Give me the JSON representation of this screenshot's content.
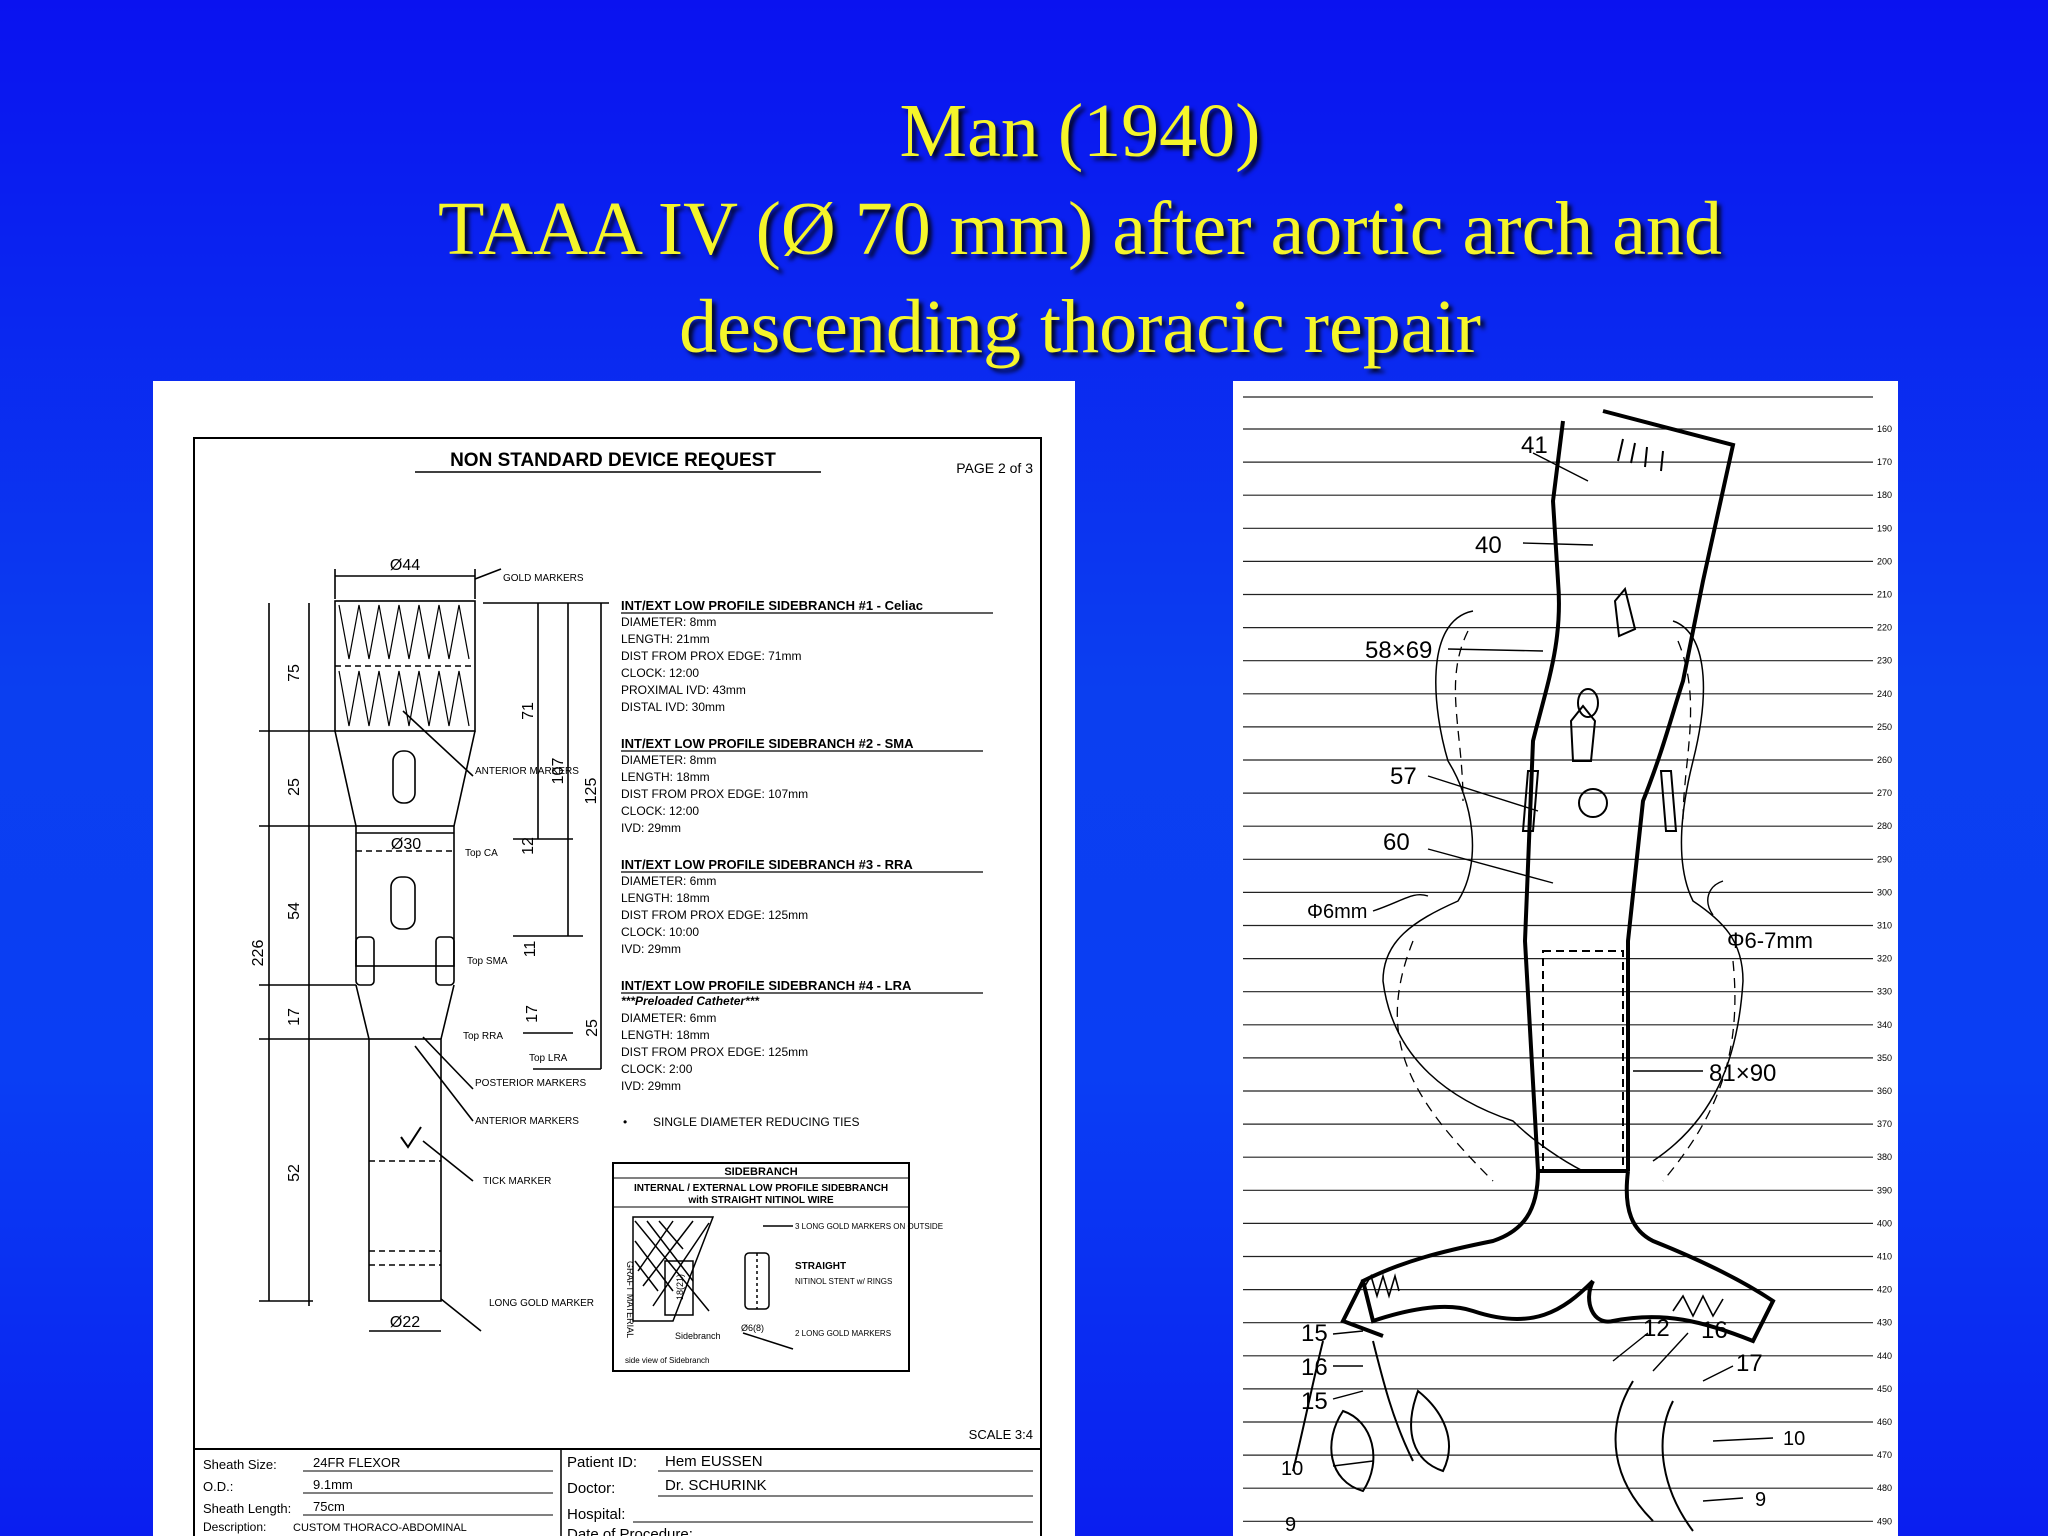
{
  "slide": {
    "title_line1": "Man (1940)",
    "title_line2": "TAAA IV  (Ø 70 mm) after aortic arch and",
    "title_line3": "descending thoracic repair"
  },
  "form": {
    "heading": "NON STANDARD DEVICE REQUEST",
    "page": "PAGE 2 of 3",
    "scale": "SCALE 3:4",
    "dims": {
      "top_diameter": "Ø44",
      "mid_diameter": "Ø30",
      "bottom_diameter": "Ø22",
      "d75": "75",
      "d25": "25",
      "d54": "54",
      "d226": "226",
      "d17a": "17",
      "d52": "52",
      "d71": "71",
      "d107": "107",
      "d125": "125",
      "d12": "12",
      "d11": "11",
      "d17b": "17",
      "d25b": "25"
    },
    "left_labels": {
      "gold_markers": "GOLD MARKERS",
      "anterior_markers": "ANTERIOR MARKERS",
      "top_ca": "Top CA",
      "top_sma": "Top SMA",
      "top_rra": "Top RRA",
      "top_lra": "Top LRA",
      "posterior_markers": "POSTERIOR MARKERS",
      "anterior_markers2": "ANTERIOR MARKERS",
      "tick_marker": "TICK MARKER",
      "long_gold_marker": "LONG GOLD MARKER"
    },
    "branches": [
      {
        "title": "INT/EXT LOW PROFILE SIDEBRANCH #1 - Celiac",
        "lines": [
          "DIAMETER: 8mm",
          "LENGTH: 21mm",
          "DIST FROM PROX EDGE: 71mm",
          "CLOCK: 12:00",
          "PROXIMAL IVD: 43mm",
          "DISTAL IVD: 30mm"
        ]
      },
      {
        "title": "INT/EXT LOW PROFILE SIDEBRANCH #2 - SMA",
        "lines": [
          "DIAMETER: 8mm",
          "LENGTH: 18mm",
          "DIST FROM PROX EDGE: 107mm",
          "CLOCK: 12:00",
          "IVD: 29mm"
        ]
      },
      {
        "title": "INT/EXT LOW PROFILE SIDEBRANCH #3 - RRA",
        "lines": [
          "DIAMETER: 6mm",
          "LENGTH: 18mm",
          "DIST FROM PROX EDGE: 125mm",
          "CLOCK: 10:00",
          "IVD: 29mm"
        ]
      },
      {
        "title": "INT/EXT LOW PROFILE SIDEBRANCH #4 - LRA",
        "lines": [
          "***Preloaded Catheter***",
          "DIAMETER: 6mm",
          "LENGTH: 18mm",
          "DIST FROM PROX EDGE: 125mm",
          "CLOCK: 2:00",
          "IVD: 29mm"
        ]
      }
    ],
    "bullet": "SINGLE DIAMETER REDUCING TIES",
    "sidebranch_box": {
      "title": "SIDEBRANCH",
      "subtitle1": "INTERNAL / EXTERNAL LOW PROFILE SIDEBRANCH",
      "subtitle2": "with STRAIGHT NITINOL WIRE",
      "graft_material": "GRAFT MATERIAL",
      "sidebranch": "Sidebranch",
      "len_label": "18(21)",
      "dia_label": "Ø6(8)",
      "gold_markers": "3 LONG GOLD MARKERS ON OUTSIDE",
      "straight": "STRAIGHT",
      "nitinol": "NITINOL STENT w/ RINGS",
      "long_gold": "2 LONG GOLD MARKERS",
      "caption": "side view of Sidebranch"
    },
    "footer": {
      "sheath_size_label": "Sheath Size:",
      "sheath_size": "24FR FLEXOR",
      "od_label": "O.D.:",
      "od": "9.1mm",
      "sheath_length_label": "Sheath Length:",
      "sheath_length": "75cm",
      "description_label": "Description:",
      "description": "CUSTOM THORACO-ABDOMINAL",
      "patient_label": "Patient ID:",
      "patient": "Hem EUSSEN",
      "doctor_label": "Doctor:",
      "doctor": "Dr. SCHURINK",
      "hospital_label": "Hospital:",
      "procedure_label": "Date of Procedure:"
    }
  },
  "sketch": {
    "labels": {
      "l41": "41",
      "l40": "40",
      "l58x69": "58×69",
      "l57": "57",
      "l60": "60",
      "phi6mm": "Φ6mm",
      "phi67mm": "Φ6-7mm",
      "l81x90": "81×90",
      "l15a": "15",
      "l16a": "16",
      "l15b": "15",
      "l12": "12",
      "l16b": "16",
      "l17": "17",
      "l10a": "10",
      "l10b": "10",
      "l9a": "9",
      "l9b": "9"
    },
    "ruler": [
      "160",
      "170",
      "180",
      "190",
      "200",
      "210",
      "220",
      "230",
      "240",
      "250",
      "260",
      "270",
      "280",
      "290",
      "300",
      "310",
      "320",
      "330",
      "340",
      "350",
      "360",
      "370",
      "380",
      "390",
      "400",
      "410",
      "420",
      "430",
      "440",
      "450",
      "460",
      "470",
      "480",
      "490"
    ]
  }
}
